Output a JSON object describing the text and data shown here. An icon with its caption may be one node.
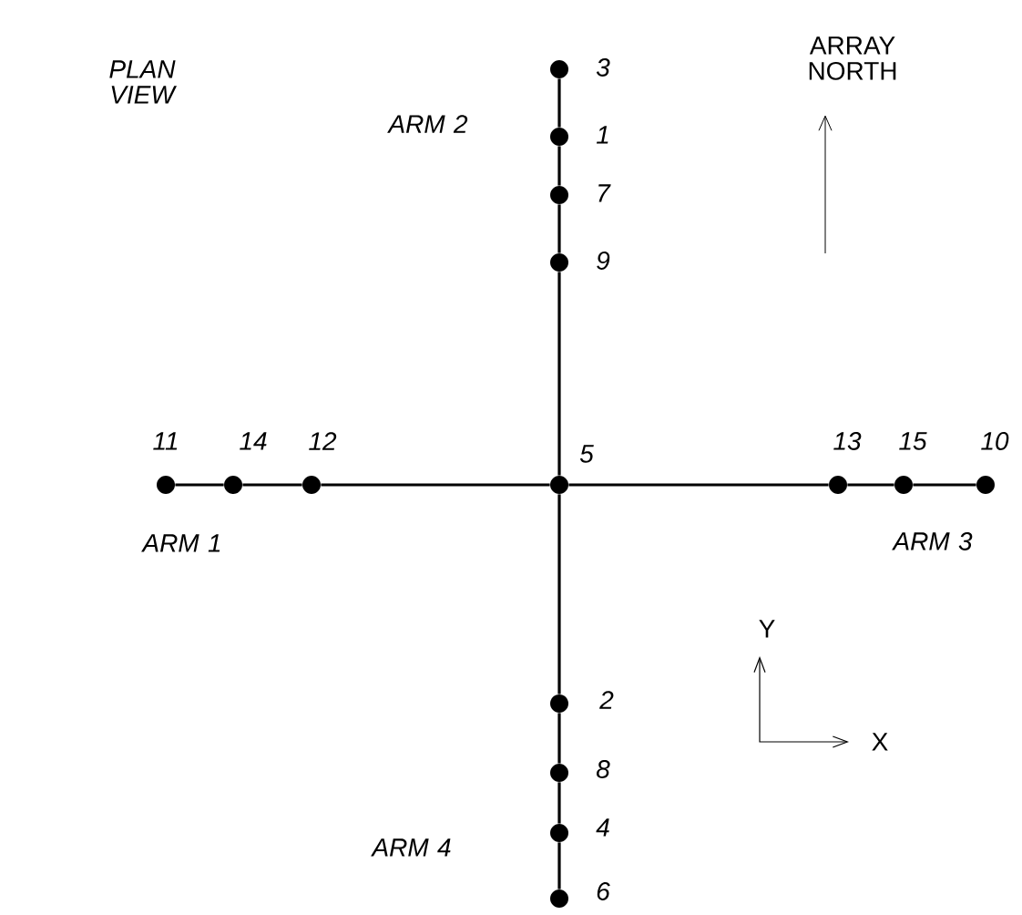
{
  "diagram": {
    "nodes": [
      {
        "text": [],
        "shape": "circle",
        "beside": [
          "3"
        ]
      },
      {
        "text": [],
        "shape": "circle",
        "beside": [
          "1"
        ]
      },
      {
        "text": [],
        "shape": "circle",
        "beside": [
          "7"
        ]
      },
      {
        "text": [],
        "shape": "circle",
        "beside": [
          "9"
        ]
      },
      {
        "text": [],
        "shape": "circle",
        "beside": [
          "11"
        ]
      },
      {
        "text": [],
        "shape": "circle",
        "beside": [
          "14"
        ]
      },
      {
        "text": [],
        "shape": "circle",
        "beside": [
          "12"
        ]
      },
      {
        "text": [],
        "shape": "circle",
        "beside": [
          "5"
        ]
      },
      {
        "text": [],
        "shape": "circle",
        "beside": [
          "13"
        ]
      },
      {
        "text": [],
        "shape": "circle",
        "beside": [
          "15"
        ]
      },
      {
        "text": [],
        "shape": "circle",
        "beside": [
          "10"
        ]
      },
      {
        "text": [],
        "shape": "circle",
        "beside": [
          "2"
        ]
      },
      {
        "text": [],
        "shape": "circle",
        "beside": [
          "8"
        ]
      },
      {
        "text": [],
        "shape": "circle",
        "beside": [
          "4"
        ]
      },
      {
        "text": [],
        "shape": "circle",
        "beside": [
          "6"
        ]
      }
    ],
    "edges": [
      {
        "from": 0,
        "to": 1,
        "arrow": "none"
      },
      {
        "from": 1,
        "to": 2,
        "arrow": "none"
      },
      {
        "from": 2,
        "to": 3,
        "arrow": "none"
      },
      {
        "from": 3,
        "to": 7,
        "arrow": "none"
      },
      {
        "from": 4,
        "to": 5,
        "arrow": "none"
      },
      {
        "from": 5,
        "to": 6,
        "arrow": "none"
      },
      {
        "from": 6,
        "to": 7,
        "arrow": "none"
      },
      {
        "from": 7,
        "to": 8,
        "arrow": "none"
      },
      {
        "from": 8,
        "to": 9,
        "arrow": "none"
      },
      {
        "from": 9,
        "to": 10,
        "arrow": "none"
      },
      {
        "from": 7,
        "to": 11,
        "arrow": "none"
      },
      {
        "from": 11,
        "to": 12,
        "arrow": "none"
      },
      {
        "from": 12,
        "to": 13,
        "arrow": "none"
      },
      {
        "from": 13,
        "to": 14,
        "arrow": "none"
      }
    ],
    "labels": [
      "PLAN VIEW",
      "ARM 2",
      "ARRAY NORTH",
      "ARM 1",
      "ARM 3",
      "Y",
      "X",
      "ARM 4"
    ]
  }
}
